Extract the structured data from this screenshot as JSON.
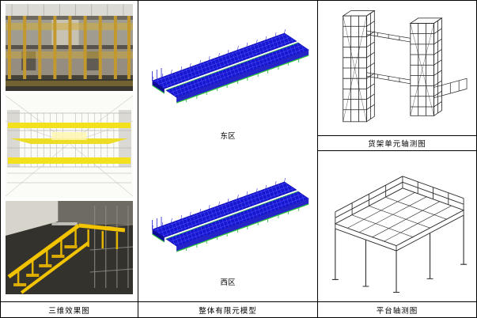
{
  "document": {
    "figure_table": {
      "column_3d": {
        "caption": "三维效果图",
        "images": [
          "warehouse-mezzanine-photo",
          "mezzanine-3d-render",
          "staircase-photo"
        ]
      },
      "column_fem": {
        "caption": "整体有限元模型",
        "east_label": "东区",
        "west_label": "西区",
        "images": [
          "fem-model-east",
          "fem-model-west"
        ]
      },
      "column_axon": {
        "rack_unit_caption": "货架单元轴测图",
        "platform_caption": "平台轴测图",
        "images": [
          "rack-unit-axonometric",
          "platform-axonometric"
        ]
      }
    },
    "colors": {
      "table_border": "#000000",
      "fem_mesh_blue": "#1717d2",
      "fem_accent_green": "#2fc040",
      "structure_yellow": "#f2c300"
    }
  }
}
